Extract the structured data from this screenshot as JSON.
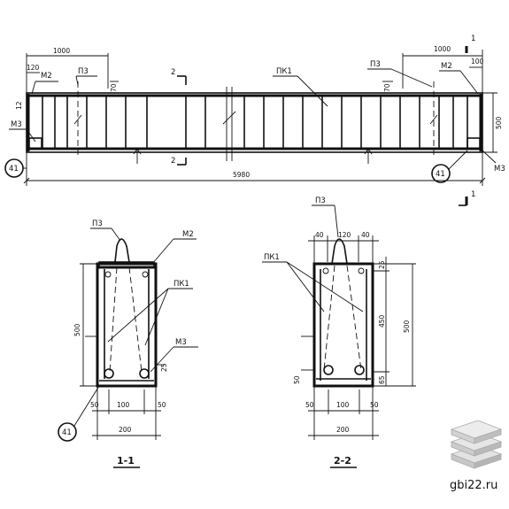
{
  "elevation": {
    "labels": {
      "pk1": "ПК1",
      "p3_left": "П3",
      "p3_right": "П3",
      "m2_left": "М2",
      "m2_right": "М2",
      "m3_left": "М3",
      "m3_right": "М3",
      "axis_left": "41",
      "axis_right": "41",
      "section1_top": "1",
      "section1_bottom": "1",
      "section2_top": "2",
      "section2_bottom": "2"
    },
    "dims": {
      "left_1000": "1000",
      "right_1000": "1000",
      "left_120": "120",
      "right_100": "100",
      "left_70": "70",
      "right_70": "70",
      "left_12": "12",
      "right_500": "500",
      "length": "5980"
    }
  },
  "section_1": {
    "title": "1-1",
    "labels": {
      "p3": "П3",
      "m2": "М2",
      "pk1": "ПК1",
      "m3": "М3",
      "axis": "41"
    },
    "dims": {
      "height": "500",
      "cover_25": "25",
      "left_50": "50",
      "mid_100": "100",
      "right_50": "50",
      "width": "200"
    }
  },
  "section_2": {
    "title": "2-2",
    "labels": {
      "p3": "П3",
      "pk1": "ПК1"
    },
    "dims": {
      "top_40_left": "40",
      "top_120": "120",
      "top_40_right": "40",
      "cover_25": "25",
      "inner_450": "450",
      "height": "500",
      "bottom_50": "50",
      "bottom_65": "65",
      "left_50": "50",
      "mid_100": "100",
      "right_50": "50",
      "width": "200"
    }
  },
  "watermark": {
    "text": "gbi22.ru",
    "icon": "stacked-slabs-icon"
  }
}
